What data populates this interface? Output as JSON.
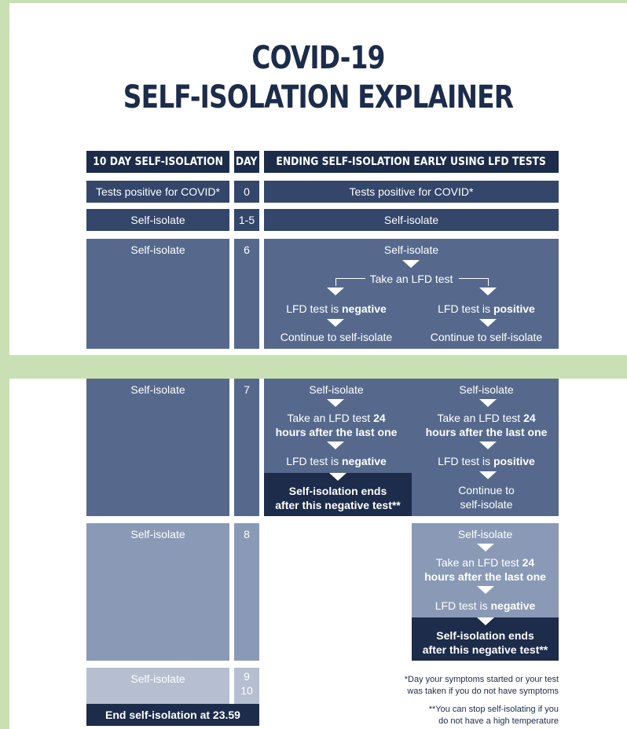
{
  "title": {
    "line1": "COVID-19",
    "line2": "SELF-ISOLATION EXPLAINER"
  },
  "headers": {
    "ten_day": "10 DAY SELF-ISOLATION",
    "day": "DAY",
    "early": "ENDING SELF-ISOLATION EARLY USING LFD TESTS"
  },
  "rows": {
    "r0": {
      "left": "Tests positive for COVID*",
      "day": "0",
      "right": "Tests positive for COVID*"
    },
    "r1": {
      "left": "Self-isolate",
      "day": "1-5",
      "right": "Self-isolate"
    },
    "r6": {
      "left": "Self-isolate",
      "day": "6",
      "top": "Self-isolate",
      "take": "Take an LFD test",
      "neg_prefix": "LFD test is",
      "neg_bold": "negative",
      "pos_prefix": "LFD test is",
      "pos_bold": "positive",
      "cont_left": "Continue to self-isolate",
      "cont_right": "Continue to self-isolate"
    },
    "r7": {
      "left": "Self-isolate",
      "day": "7",
      "a_top": "Self-isolate",
      "a_take1_prefix": "Take an LFD test",
      "a_take1_bold": "24",
      "a_take2": "hours after the last one",
      "a_neg_prefix": "LFD test is",
      "a_neg_bold": "negative",
      "a_end1": "Self-isolation ends",
      "a_end2": "after this negative test**",
      "b_top": "Self-isolate",
      "b_take1_prefix": "Take an LFD test",
      "b_take1_bold": "24",
      "b_take2": "hours after the last one",
      "b_pos_prefix": "LFD test is",
      "b_pos_bold": "positive",
      "b_cont1": "Continue to",
      "b_cont2": "self-isolate"
    },
    "r8": {
      "left": "Self-isolate",
      "day": "8",
      "top": "Self-isolate",
      "take1_prefix": "Take an LFD test",
      "take1_bold": "24",
      "take2": "hours after the last one",
      "neg_prefix": "LFD test is",
      "neg_bold": "negative",
      "end1": "Self-isolation ends",
      "end2": "after this negative test**"
    },
    "r9": {
      "left": "Self-isolate",
      "day9": "9",
      "day10": "10",
      "end": "End self-isolation at 23.59"
    }
  },
  "footnotes": {
    "f1a": "*Day your symptoms started or your test",
    "f1b": "was taken if you do not have symptoms",
    "f2a": "**You can stop self-isolating if you",
    "f2b": "do not have a high temperature"
  },
  "colors": {
    "navy": "#1c2c4a",
    "dark": "#34466a",
    "mid": "#56698c",
    "light": "#8a9ab6",
    "pale": "#b5bfd0",
    "background": "#c8e0b4"
  }
}
